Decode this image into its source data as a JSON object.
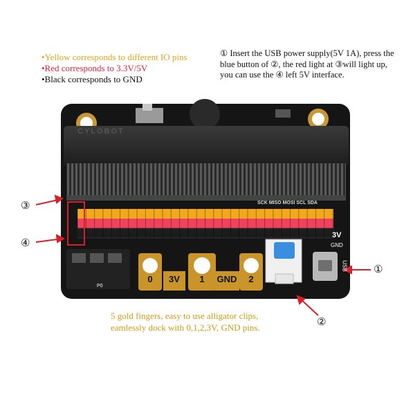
{
  "legend": [
    {
      "text": "•Yellow corresponds to different IO pins",
      "color": "#e0a516"
    },
    {
      "text": "•Red corresponds to 3.3V/5V",
      "color": "#e8213a"
    },
    {
      "text": "•Black corresponds to GND",
      "color": "#111111"
    }
  ],
  "instructions": "① Insert the USB power supply(5V 1A), press the blue button of ②, the red light at ③will light up, you can use the ④ left 5V interface.",
  "caption": {
    "line1": "5 gold fingers, easy to use alligator clips,",
    "line2": "eamlessly dock with 0,1,2,3V, GND pins."
  },
  "markers": {
    "m1": "①",
    "m2": "②",
    "m3": "③",
    "m4": "④"
  },
  "board": {
    "silkscreen_brand": "CYLOBOT",
    "gold_fingers": [
      "0",
      "3V",
      "1",
      "GND",
      "2"
    ],
    "side_labels": {
      "v3": "3V",
      "gnd": "GND",
      "usb": "USB",
      "p0": "P0"
    },
    "pin_row_labels": "SCK MISO MOSI SCL SDA"
  },
  "colors": {
    "pcb": "#141414",
    "yellow_pins": "#f2a81d",
    "red_pins": "#f0425c",
    "gold": "#c9952b",
    "button_blue": "#3a8ee0",
    "arrow_red": "#d8202a"
  }
}
